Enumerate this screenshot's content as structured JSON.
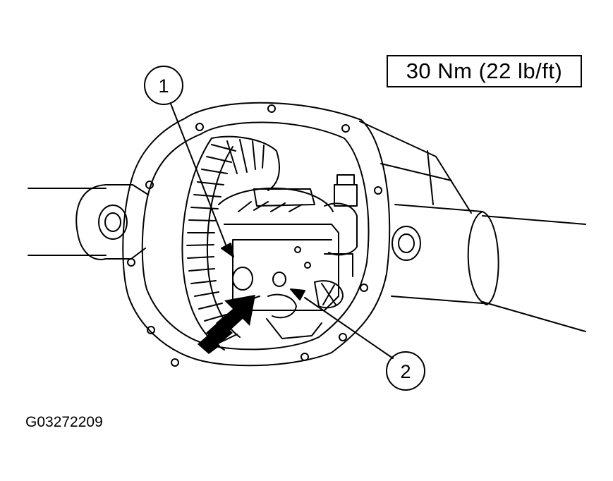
{
  "torque_spec": "30 Nm (22 lb/ft)",
  "figure_id": "G03272209",
  "callouts": [
    {
      "number": "1"
    },
    {
      "number": "2"
    }
  ]
}
